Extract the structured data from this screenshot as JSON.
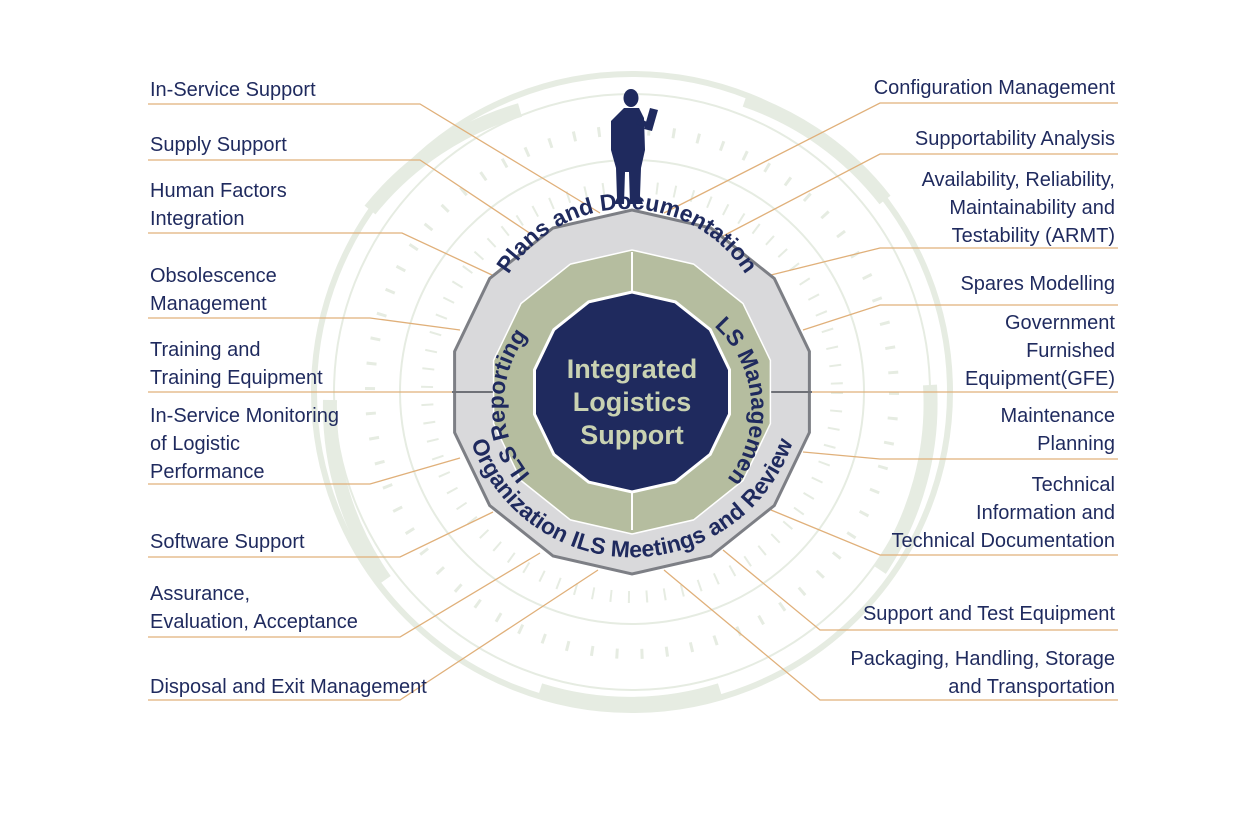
{
  "center": {
    "lines": [
      "Integrated",
      "Logistics",
      "Support"
    ]
  },
  "outer_ring": {
    "top": "Plans and Documentation",
    "bottom": "Organization ILS Meetings and Review"
  },
  "inner_ring": {
    "left": "ILS Reporting",
    "right": "ILS Management"
  },
  "left_items": [
    {
      "lines": [
        "In-Service Support"
      ]
    },
    {
      "lines": [
        "Supply Support"
      ]
    },
    {
      "lines": [
        "Human Factors",
        "Integration"
      ]
    },
    {
      "lines": [
        "Obsolescence",
        "Management"
      ]
    },
    {
      "lines": [
        "Training and",
        "Training Equipment"
      ]
    },
    {
      "lines": [
        "In-Service Monitoring",
        "of Logistic",
        "Performance"
      ]
    },
    {
      "lines": [
        "Software Support"
      ]
    },
    {
      "lines": [
        "Assurance,",
        "Evaluation, Acceptance"
      ]
    },
    {
      "lines": [
        "Disposal and Exit Management"
      ]
    }
  ],
  "right_items": [
    {
      "lines": [
        "Configuration Management"
      ]
    },
    {
      "lines": [
        "Supportability Analysis"
      ]
    },
    {
      "lines": [
        "Availability, Reliability,",
        "Maintainability and",
        "Testability (ARMT)"
      ]
    },
    {
      "lines": [
        "Spares Modelling"
      ]
    },
    {
      "lines": [
        "Government",
        "Furnished",
        "Equipment(GFE)"
      ]
    },
    {
      "lines": [
        "Maintenance",
        "Planning"
      ]
    },
    {
      "lines": [
        "Technical",
        "Information and",
        "Technical Documentation"
      ]
    },
    {
      "lines": [
        "Support and Test Equipment"
      ]
    },
    {
      "lines": [
        "Packaging, Handling, Storage",
        "and Transportation"
      ]
    }
  ],
  "colors": {
    "navy": "#1f2a5e",
    "ring_gray": "#d9d9db",
    "inner_green": "#b5bd9f",
    "center_text": "#c9d2b2",
    "leader_line": "#e0b07a"
  },
  "icons": {
    "figure": "person-with-laptop-icon"
  }
}
